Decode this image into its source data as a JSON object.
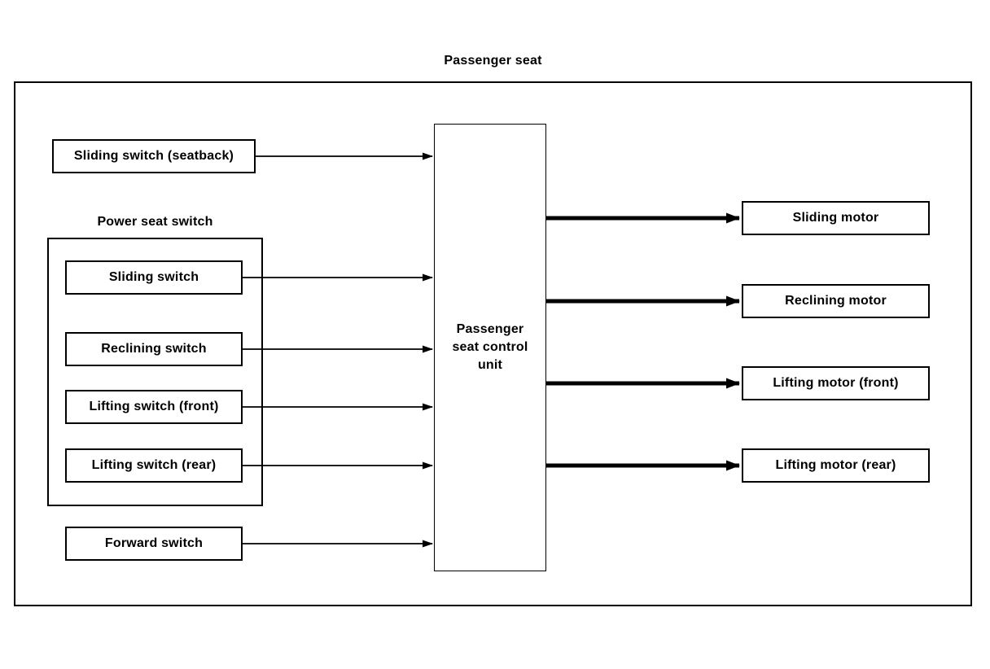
{
  "diagram": {
    "title": "Passenger seat",
    "inputs": {
      "seatback_switch": "Sliding switch (seatback)",
      "power_seat_switch": {
        "label": "Power seat switch",
        "switches": [
          "Sliding switch",
          "Reclining switch",
          "Lifting switch (front)",
          "Lifting switch (rear)"
        ]
      },
      "forward_switch": "Forward switch"
    },
    "control_unit": "Passenger seat control unit",
    "outputs": [
      "Sliding motor",
      "Reclining motor",
      "Lifting motor (front)",
      "Lifting motor (rear)"
    ],
    "connections": {
      "inputs_to_unit": [
        "Sliding switch (seatback) -> Passenger seat control unit",
        "Sliding switch -> Passenger seat control unit",
        "Reclining switch -> Passenger seat control unit",
        "Lifting switch (front) -> Passenger seat control unit",
        "Lifting switch (rear) -> Passenger seat control unit",
        "Forward switch -> Passenger seat control unit"
      ],
      "unit_to_outputs": [
        "Passenger seat control unit -> Sliding motor",
        "Passenger seat control unit -> Reclining motor",
        "Passenger seat control unit -> Lifting motor (front)",
        "Passenger seat control unit -> Lifting motor (rear)"
      ]
    },
    "colors": {
      "line": "#000000",
      "background": "#ffffff",
      "text": "#000000"
    }
  }
}
